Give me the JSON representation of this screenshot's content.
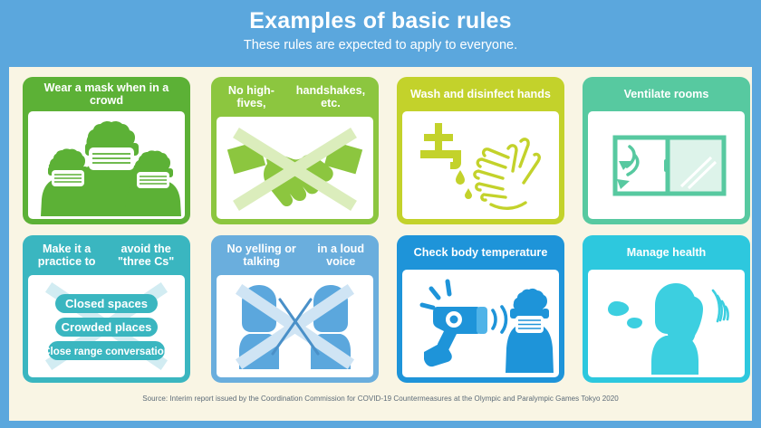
{
  "header": {
    "title": "Examples of basic rules",
    "subtitle": "These rules are expected to apply to everyone."
  },
  "colors": {
    "page_background": "#5ba7dd",
    "panel_background": "#f9f5e4",
    "header_text": "#ffffff",
    "footer_text": "#5b6a77",
    "card_green": "#5cb136",
    "card_light_green": "#8cc63f",
    "card_yellow_green": "#c3d22b",
    "card_mint": "#57c9a0",
    "card_teal": "#3ab6c0",
    "card_blue_light": "#6aaedd",
    "card_blue": "#1e94d9",
    "card_cyan": "#2dc8de"
  },
  "cards": [
    {
      "id": "wear-a-mask",
      "title": "Wear a mask when in a crowd",
      "header_color": "#5cb136",
      "icon": "three-masked-people-icon",
      "two_line": false
    },
    {
      "id": "no-high-fives",
      "title": "No high-fives,\nhandshakes, etc.",
      "title_line1": "No high-fives,",
      "title_line2": "handshakes, etc.",
      "header_color": "#8cc63f",
      "icon": "crossed-out-handshake-icon",
      "two_line": true
    },
    {
      "id": "wash-and-disinfect-hands",
      "title": "Wash and disinfect hands",
      "header_color": "#c3d22b",
      "icon": "faucet-and-washing-hands-icon",
      "two_line": false
    },
    {
      "id": "ventilate-rooms",
      "title": "Ventilate rooms",
      "header_color": "#57c9a0",
      "icon": "open-window-airflow-icon",
      "two_line": false
    },
    {
      "id": "avoid-three-cs",
      "title": "Make it a practice to\navoid the \"three Cs\"",
      "title_line1": "Make it a practice to",
      "title_line2": "avoid the \"three Cs\"",
      "header_color": "#3ab6c0",
      "icon": "crossed-out-three-cs-list-icon",
      "two_line": true,
      "pills": [
        "Closed spaces",
        "Crowded places",
        "Close range conversation"
      ]
    },
    {
      "id": "no-yelling",
      "title": "No yelling or talking\nin a loud voice",
      "title_line1": "No yelling or talking",
      "title_line2": "in a loud voice",
      "header_color": "#6aaedd",
      "icon": "crossed-out-two-people-talking-icon",
      "two_line": true
    },
    {
      "id": "check-body-temperature",
      "title": "Check body temperature",
      "header_color": "#1e94d9",
      "icon": "thermometer-gun-and-masked-person-icon",
      "two_line": false
    },
    {
      "id": "manage-health",
      "title": "Manage health",
      "header_color": "#2dc8de",
      "icon": "person-with-fever-icon",
      "two_line": false
    }
  ],
  "footer": {
    "source": "Source: Interim report issued by the Coordination Commission for COVID-19 Countermeasures at the Olympic and Paralympic Games Tokyo 2020"
  }
}
